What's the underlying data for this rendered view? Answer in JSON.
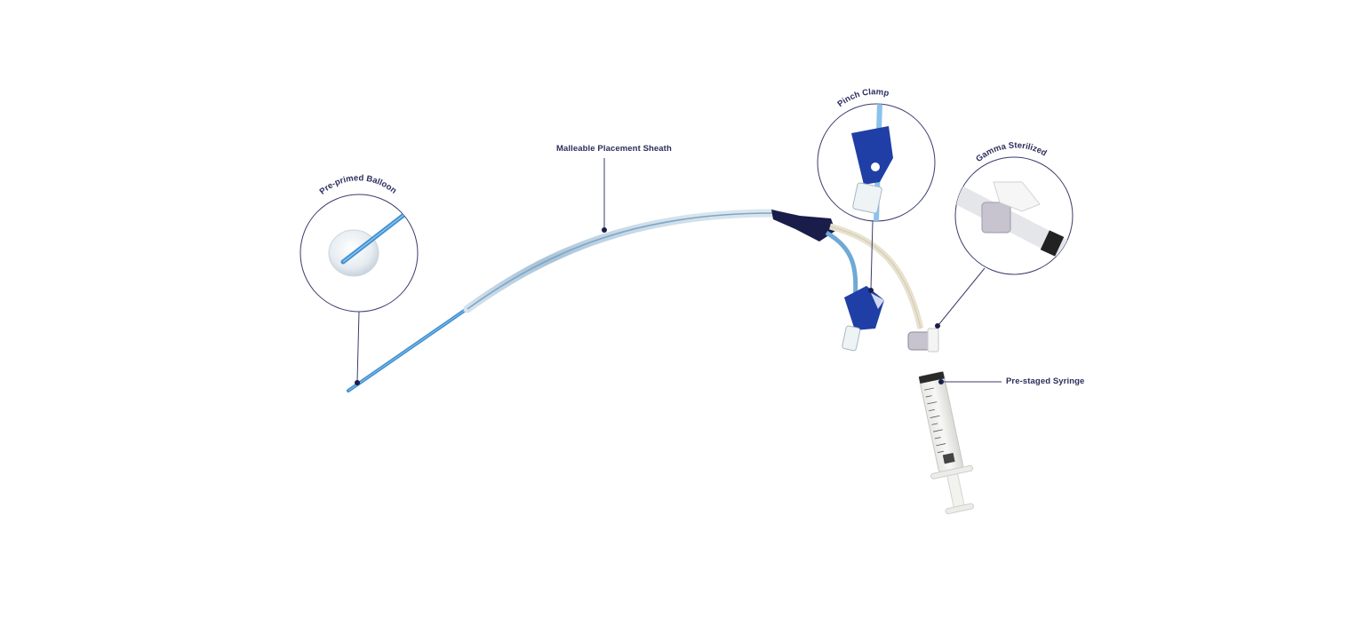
{
  "diagram": {
    "type": "labelled-product-illustration",
    "subject": "Catheter kit",
    "colors": {
      "background": "#ffffff",
      "label_text": "#2b2d5c",
      "leader_line": "#3a3c6b",
      "callout_circle": "#3a3c6b",
      "catheter_blue": "#3d8fd1",
      "sheath": "#b9cfdf",
      "hub_navy": "#1a1d4a",
      "clamp_blue": "#1f3fa6"
    },
    "callouts": [
      {
        "id": "balloon",
        "label": "Pre-primed Balloon",
        "style": "circle-inset"
      },
      {
        "id": "sheath",
        "label": "Malleable Placement Sheath",
        "style": "leader-line"
      },
      {
        "id": "clamp",
        "label": "Pinch Clamp",
        "style": "circle-inset"
      },
      {
        "id": "sterile",
        "label": "Gamma Sterilized",
        "style": "circle-inset"
      },
      {
        "id": "syringe",
        "label": "Pre-staged Syringe",
        "style": "leader-line"
      }
    ]
  }
}
